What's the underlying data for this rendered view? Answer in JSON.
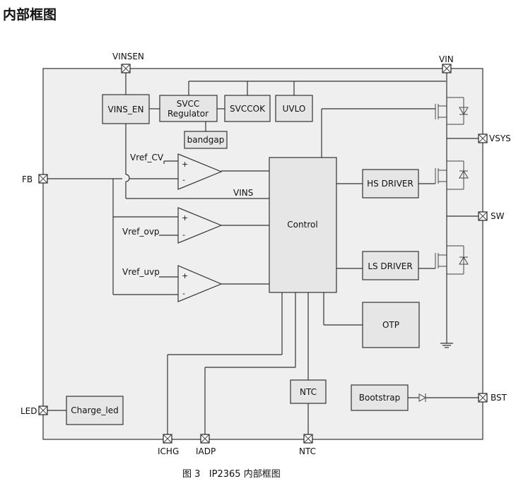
{
  "title": "内部框图",
  "caption": "图 3   IP2365 内部框图",
  "pins": {
    "vinsen": "VINSEN",
    "vin": "VIN",
    "vsys": "VSYS",
    "fb": "FB",
    "sw": "SW",
    "bst": "BST",
    "led": "LED",
    "ichg": "ICHG",
    "iadp": "IADP",
    "ntc": "NTC"
  },
  "blocks": {
    "vins_en": "VINS_EN",
    "svcc_line1": "SVCC",
    "svcc_line2": "Regulator",
    "svccok": "SVCCOK",
    "uvlo": "UVLO",
    "bandgap": "bandgap",
    "control": "Control",
    "hs_driver": "HS DRIVER",
    "ls_driver": "LS DRIVER",
    "otp": "OTP",
    "ntc": "NTC",
    "bootstrap": "Bootstrap",
    "charge_led": "Charge_led"
  },
  "signals": {
    "vref_cv": "Vref_CV",
    "vref_ovp": "Vref_ovp",
    "vref_uvp": "Vref_uvp",
    "vins": "VINS",
    "plus": "+",
    "minus": "-"
  }
}
